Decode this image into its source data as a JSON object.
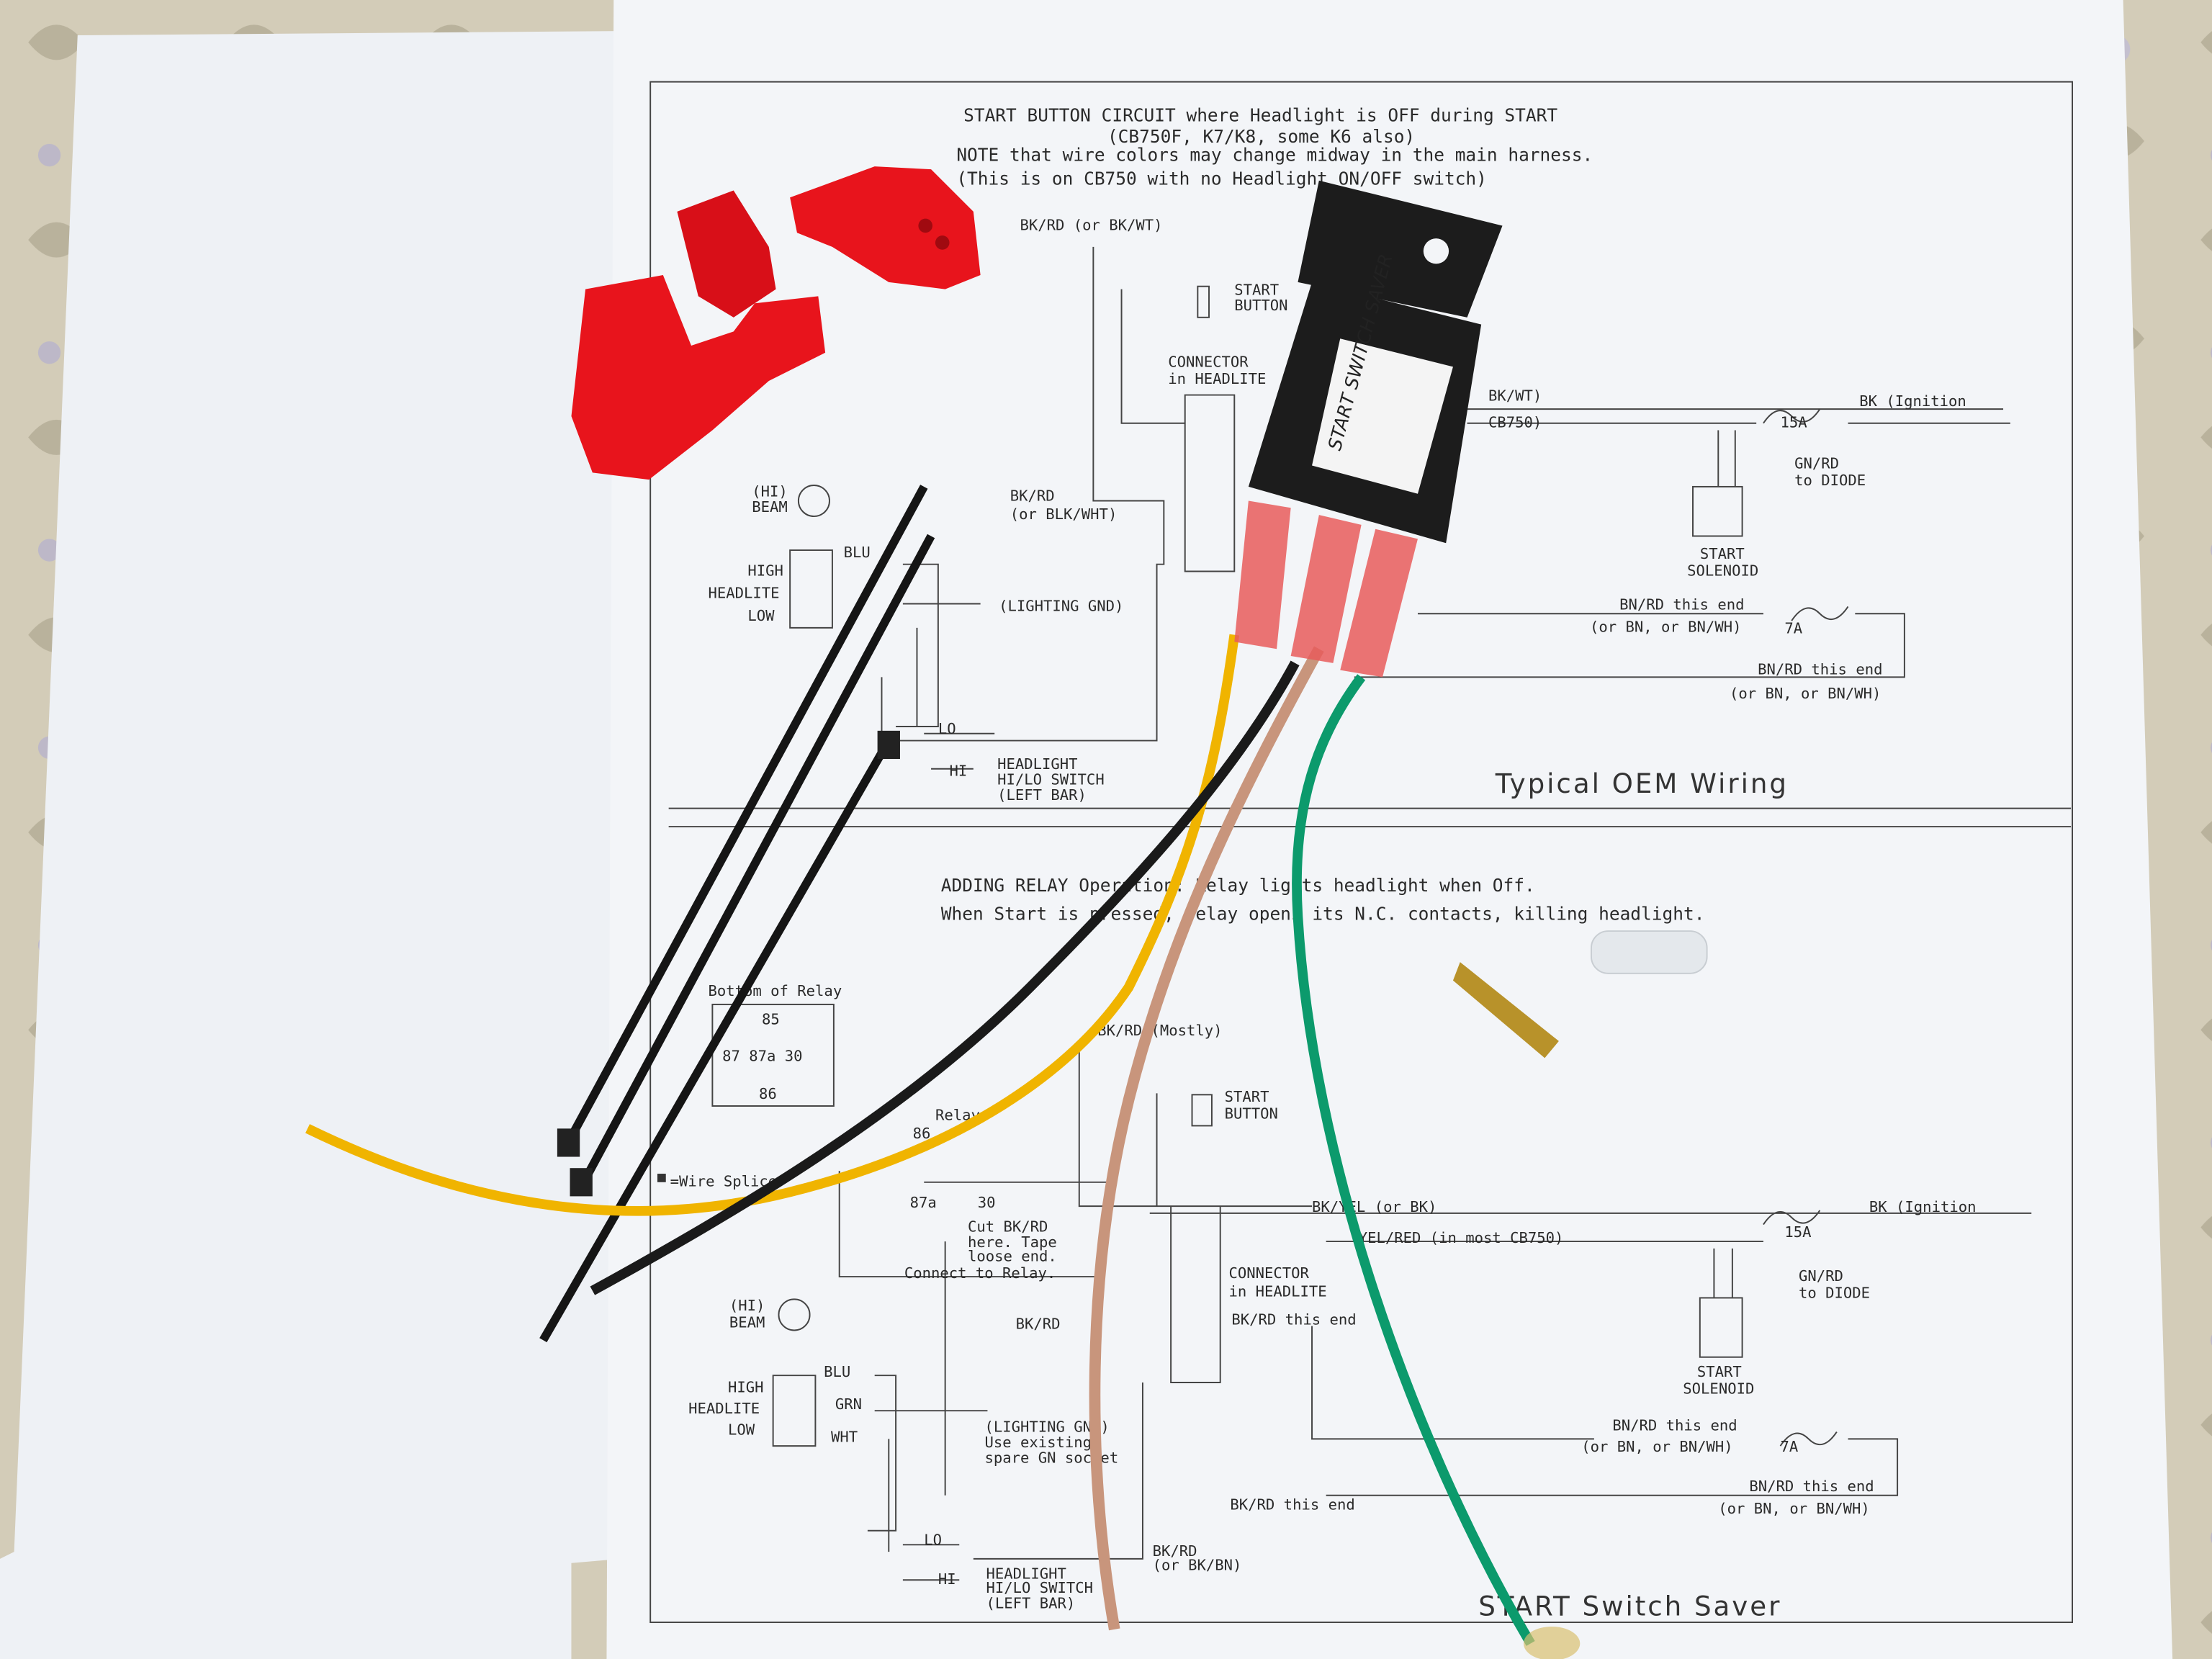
{
  "header": {
    "title_line1": "START BUTTON CIRCUIT where Headlight is OFF during START",
    "title_line2": "(CB750F, K7/K8, some K6 also)",
    "note_line1": "NOTE that wire colors may change midway in the main harness.",
    "note_line2": "(This is on CB750 with no Headlight ON/OFF switch)"
  },
  "top_diagram": {
    "caption": "Typical OEM Wiring",
    "labels": [
      "BK/RD (or BK/WT)",
      "START",
      "BUTTON",
      "CONNECTOR",
      "in HEADLITE",
      "BK/WT)",
      "CB750)",
      "15A",
      "BK (Ignition",
      "GN/RD",
      "to DIODE",
      "START",
      "SOLENOID",
      "BK/RD",
      "(or BLK/WHT)",
      "(HI)",
      "BEAM",
      "HIGH",
      "HEADLITE",
      "LOW",
      "BLU",
      "(LIGHTING GND)",
      "BN/RD this end",
      "(or BN, or BN/WH)",
      "7A",
      "BN/RD this end",
      "(or BN, or BN/WH)",
      "LO",
      "HI",
      "HEADLIGHT",
      "HI/LO SWITCH",
      "(LEFT BAR)"
    ]
  },
  "bottom_diagram": {
    "heading_line1": "ADDING RELAY Operation: Relay lights headlight when Off.",
    "heading_line2": "When Start is pressed, relay opens its N.C. contacts, killing headlight.",
    "caption": "START Switch Saver",
    "labels": [
      "Bottom of Relay",
      "85",
      "87 87a 30",
      "86",
      "BK/RD (Mostly)",
      "START",
      "BUTTON",
      "Relay",
      "86",
      "87a",
      "30",
      "=Wire Splice",
      "Cut BK/RD",
      "here. Tape",
      "loose end.",
      "Connect to Relay.",
      "BK/YEL (or BK)",
      "YEL/RED (in most CB750)",
      "15A",
      "BK (Ignition",
      "GN/RD",
      "to DIODE",
      "CONNECTOR",
      "in HEADLITE",
      "BK/RD this end",
      "BK/RD",
      "START",
      "SOLENOID",
      "(HI)",
      "BEAM",
      "HIGH",
      "HEADLITE",
      "LOW",
      "BLU",
      "GRN",
      "WHT",
      "(LIGHTING GND)",
      "Use existing",
      "spare GN socket",
      "BN/RD this end",
      "(or BN, or BN/WH)",
      "7A",
      "BN/RD this end",
      "(or BN, or BN/WH)",
      "BK/RD this end",
      "LO",
      "HI",
      "BK/RD",
      "(or BK/BN)",
      "HEADLIGHT",
      "HI/LO SWITCH",
      "(LEFT BAR)"
    ]
  },
  "relay": {
    "handwritten_label": "START SWITCH SAVER"
  },
  "colors": {
    "paper": "#f4f6f8",
    "cloth": "#cfc8b4",
    "red_connector": "#e8141c",
    "relay_body": "#1c1c1c",
    "wire_yellow": "#f0b400",
    "wire_black": "#1a1a1a",
    "wire_tan": "#c8957c",
    "wire_green": "#0c9a6c",
    "ink": "#2a2a2a"
  }
}
